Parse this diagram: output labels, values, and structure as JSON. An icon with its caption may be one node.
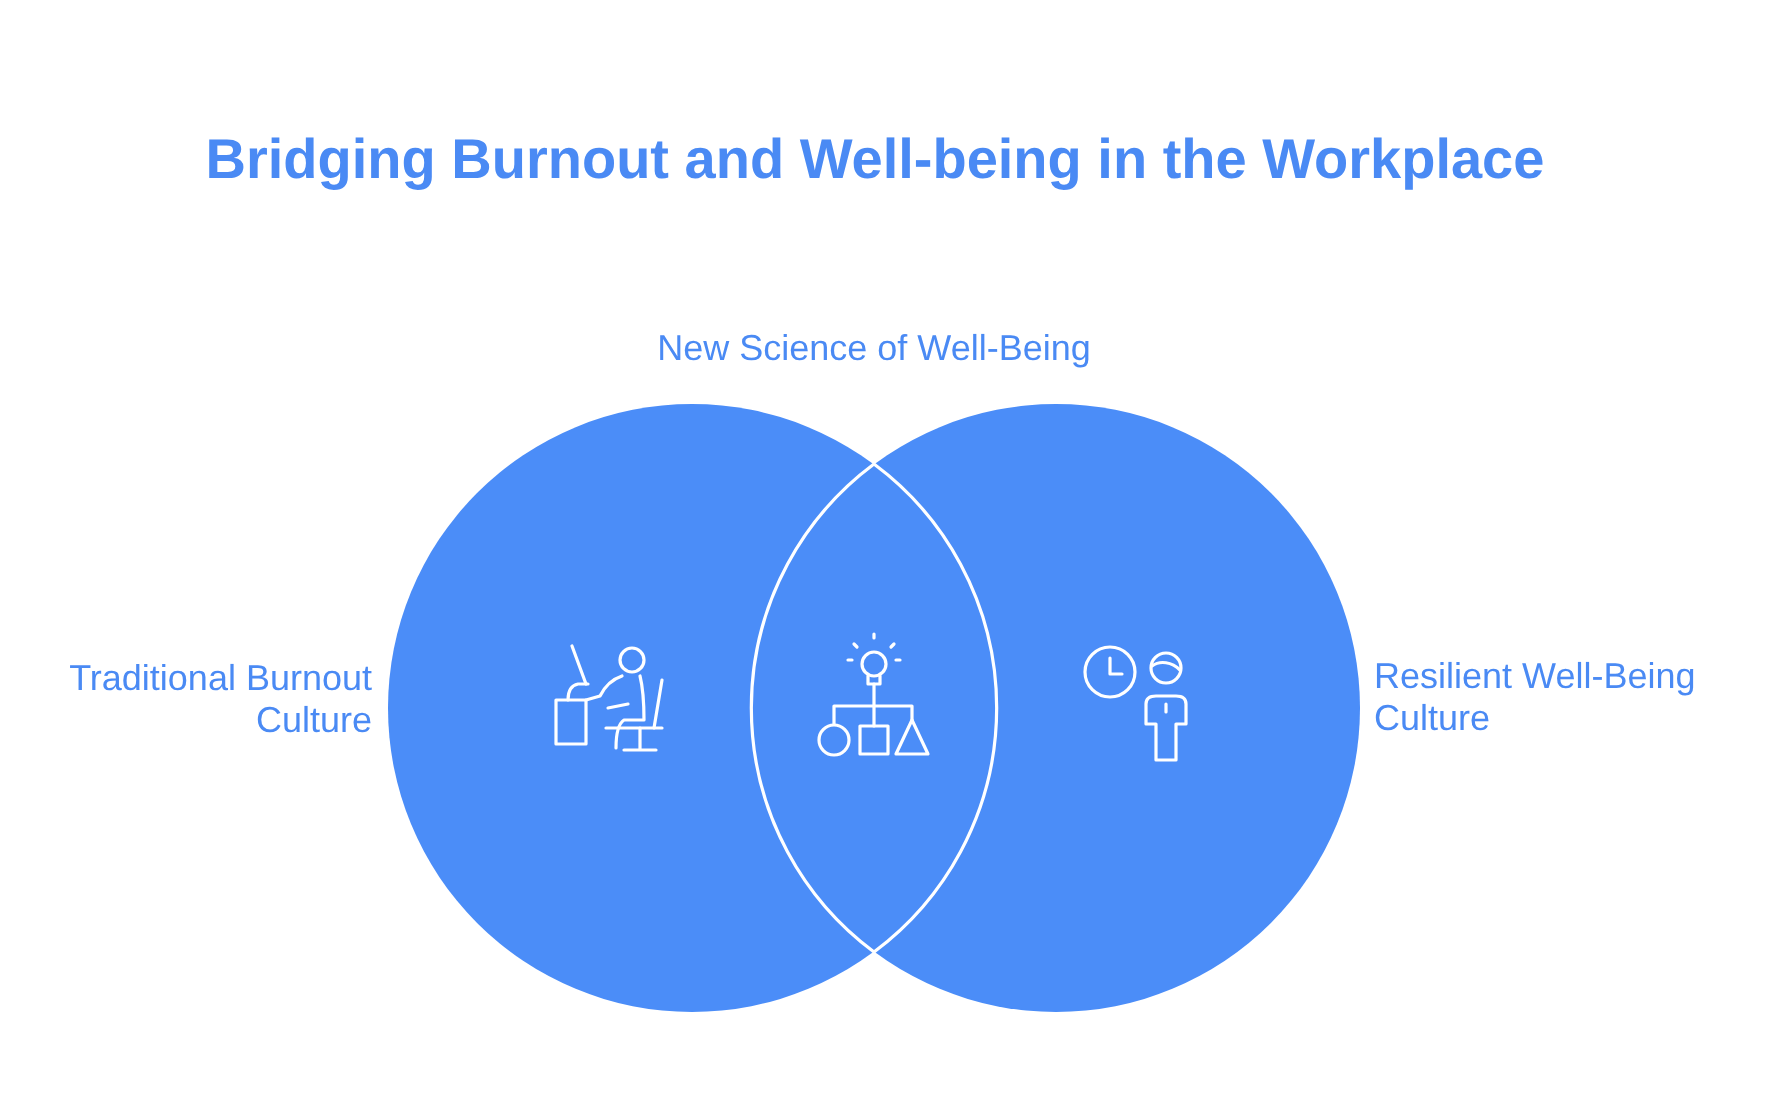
{
  "diagram": {
    "title": "Bridging Burnout and Well-being in the Workplace",
    "nodes": [
      {
        "text": [
          "Traditional Burnout Culture"
        ]
      },
      {
        "text": [
          "Resilient Well-Being Culture"
        ]
      }
    ],
    "labels": [
      "New Science of Well-Being"
    ]
  }
}
